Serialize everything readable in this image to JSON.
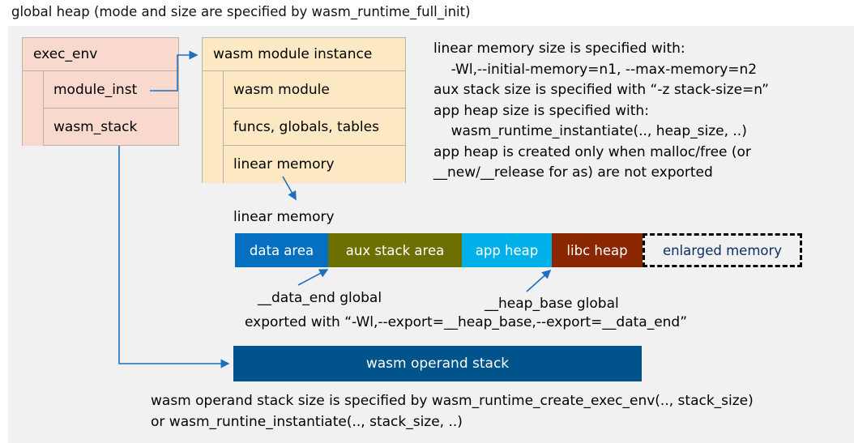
{
  "title": "global heap (mode and size are specified by wasm_runtime_full_init)",
  "colors": {
    "panel_bg": "#f1f1f1",
    "exec_env_fill": "#f9d9cd",
    "module_instance_fill": "#fce8c3",
    "box_border": "#b9b3a8",
    "arrow": "#1f6fbf",
    "data_area": "#0570c0",
    "aux_stack_area": "#6b7000",
    "app_heap": "#00b0e8",
    "libc_heap": "#8a2600",
    "enlarged_memory_border": "#000000",
    "enlarged_memory_text": "#0d2f66",
    "operand_stack": "#00548c"
  },
  "exec_env": {
    "header": "exec_env",
    "rows": [
      {
        "label": "module_inst"
      },
      {
        "label": "wasm_stack"
      }
    ]
  },
  "module_instance": {
    "header": "wasm module instance",
    "rows": [
      {
        "label": "wasm module"
      },
      {
        "label": "funcs, globals, tables"
      },
      {
        "label": "linear memory"
      }
    ]
  },
  "info_text": "linear memory size is specified with:\n    -Wl,--initial-memory=n1, --max-memory=n2\naux stack size is specified with “-z stack-size=n”\napp heap size is specified with:\n    wasm_runtime_instantiate(.., heap_size, ..)\napp heap is created only when malloc/free (or\n__new/__release for as) are not exported",
  "linear_memory": {
    "label": "linear memory",
    "segments": [
      {
        "label": "data area",
        "color": "#0570c0",
        "width": 115,
        "dashed": false
      },
      {
        "label": "aux stack area",
        "color": "#6b7000",
        "width": 165,
        "dashed": false
      },
      {
        "label": "app heap",
        "color": "#00b0e8",
        "width": 111,
        "dashed": false
      },
      {
        "label": "libc heap",
        "color": "#8a2600",
        "width": 112,
        "dashed": false
      },
      {
        "label": "enlarged memory",
        "color": "#f1f1f1",
        "width": 197,
        "dashed": true
      }
    ]
  },
  "annotations": {
    "data_end": "__data_end global",
    "heap_base": "__heap_base global",
    "export_line": "exported with “-Wl,--export=__heap_base,--export=__data_end”"
  },
  "operand_stack": {
    "label": "wasm operand stack",
    "note": "wasm operand stack size is specified by wasm_runtime_create_exec_env(.., stack_size)\nor wasm_runtine_instantiate(.., stack_size, ..)"
  }
}
